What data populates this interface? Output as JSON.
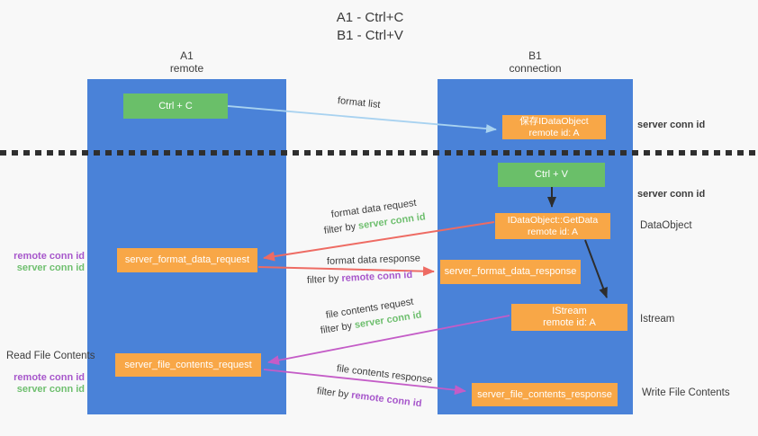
{
  "title": {
    "line1": "A1 - Ctrl+C",
    "line2": "B1 - Ctrl+V"
  },
  "lanes": {
    "a1": {
      "name": "A1",
      "subtitle": "remote"
    },
    "b1": {
      "name": "B1",
      "subtitle": "connection"
    }
  },
  "nodes": {
    "ctrl_c": {
      "label": "Ctrl + C"
    },
    "ctrl_v": {
      "label": "Ctrl + V"
    },
    "save_idataobject": {
      "line1": "保存IDataObject",
      "line2": "remote id: A"
    },
    "getdata": {
      "line1": "IDataObject::GetData",
      "line2": "remote id: A"
    },
    "istream": {
      "line1": "IStream",
      "line2": "remote id: A"
    },
    "format_request": {
      "label": "server_format_data_request"
    },
    "format_response": {
      "label": "server_format_data_response"
    },
    "file_request": {
      "label": "server_file_contents_request"
    },
    "file_response": {
      "label": "server_file_contents_response"
    }
  },
  "flow_labels": {
    "format_list": "format list",
    "format_data_request": "format data request",
    "format_data_response": "format data response",
    "file_contents_request": "file contents request",
    "file_contents_response": "file contents response",
    "filter_by": "filter by",
    "server_conn_id": "server conn id",
    "remote_conn_id": "remote conn id"
  },
  "side_labels": {
    "server_conn_id": "server conn id",
    "remote_conn_id": "remote conn id",
    "dataobject": "DataObject",
    "istream": "Istream",
    "read_file_contents": "Read File Contents",
    "write_file_contents": "Write File Contents"
  },
  "colors": {
    "lane_blue": "#4a82d8",
    "node_green": "#6abf69",
    "node_orange": "#f8a747",
    "arrow_blue": "#a8d2f0",
    "arrow_red": "#ee6b63",
    "arrow_magenta": "#c45cc7",
    "arrow_black": "#2d2d2d",
    "text_green": "#6fbf6f",
    "text_purple": "#a757cb",
    "text_dark": "#3c3c3c",
    "background": "#f8f8f8"
  }
}
